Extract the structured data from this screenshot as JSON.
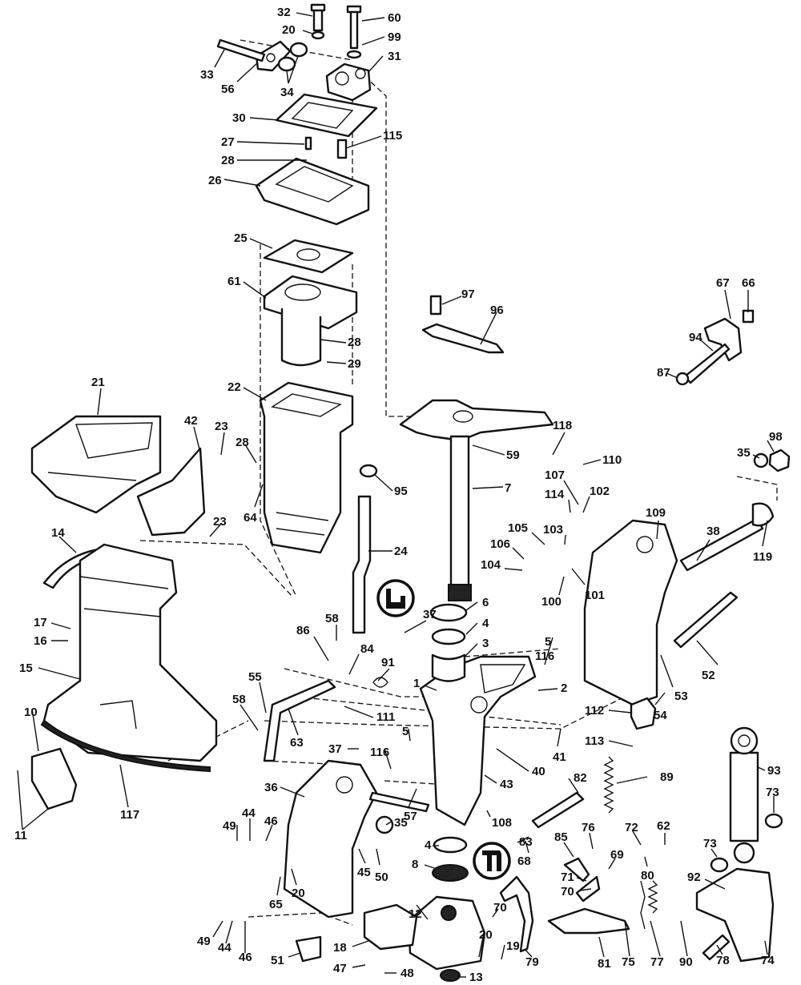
{
  "diagram": {
    "labels": [
      {
        "id": "32",
        "text": "32"
      },
      {
        "id": "20a",
        "text": "20"
      },
      {
        "id": "60",
        "text": "60"
      },
      {
        "id": "99",
        "text": "99"
      },
      {
        "id": "31",
        "text": "31"
      },
      {
        "id": "33",
        "text": "33"
      },
      {
        "id": "56",
        "text": "56"
      },
      {
        "id": "34",
        "text": "34"
      },
      {
        "id": "30",
        "text": "30"
      },
      {
        "id": "27",
        "text": "27"
      },
      {
        "id": "115",
        "text": "115"
      },
      {
        "id": "28a",
        "text": "28"
      },
      {
        "id": "26",
        "text": "26"
      },
      {
        "id": "25",
        "text": "25"
      },
      {
        "id": "61",
        "text": "61"
      },
      {
        "id": "28b",
        "text": "28"
      },
      {
        "id": "29",
        "text": "29"
      },
      {
        "id": "22",
        "text": "22"
      },
      {
        "id": "21",
        "text": "21"
      },
      {
        "id": "42",
        "text": "42"
      },
      {
        "id": "23a",
        "text": "23"
      },
      {
        "id": "28c",
        "text": "28"
      },
      {
        "id": "64",
        "text": "64"
      },
      {
        "id": "23b",
        "text": "23"
      },
      {
        "id": "14",
        "text": "14"
      },
      {
        "id": "95",
        "text": "95"
      },
      {
        "id": "24",
        "text": "24"
      },
      {
        "id": "97",
        "text": "97"
      },
      {
        "id": "96",
        "text": "96"
      },
      {
        "id": "67",
        "text": "67"
      },
      {
        "id": "66",
        "text": "66"
      },
      {
        "id": "94",
        "text": "94"
      },
      {
        "id": "87",
        "text": "87"
      },
      {
        "id": "118",
        "text": "118"
      },
      {
        "id": "59",
        "text": "59"
      },
      {
        "id": "110",
        "text": "110"
      },
      {
        "id": "7",
        "text": "7"
      },
      {
        "id": "107",
        "text": "107"
      },
      {
        "id": "114",
        "text": "114"
      },
      {
        "id": "102",
        "text": "102"
      },
      {
        "id": "103",
        "text": "103"
      },
      {
        "id": "105",
        "text": "105"
      },
      {
        "id": "106",
        "text": "106"
      },
      {
        "id": "104",
        "text": "104"
      },
      {
        "id": "100",
        "text": "100"
      },
      {
        "id": "101",
        "text": "101"
      },
      {
        "id": "98",
        "text": "98"
      },
      {
        "id": "35a",
        "text": "35"
      },
      {
        "id": "109",
        "text": "109"
      },
      {
        "id": "38",
        "text": "38"
      },
      {
        "id": "119",
        "text": "119"
      },
      {
        "id": "6",
        "text": "6"
      },
      {
        "id": "4a",
        "text": "4"
      },
      {
        "id": "37a",
        "text": "37"
      },
      {
        "id": "3",
        "text": "3"
      },
      {
        "id": "17",
        "text": "17"
      },
      {
        "id": "16",
        "text": "16"
      },
      {
        "id": "15",
        "text": "15"
      },
      {
        "id": "86",
        "text": "86"
      },
      {
        "id": "58a",
        "text": "58"
      },
      {
        "id": "84",
        "text": "84"
      },
      {
        "id": "91",
        "text": "91"
      },
      {
        "id": "5a",
        "text": "5"
      },
      {
        "id": "116a",
        "text": "116"
      },
      {
        "id": "1",
        "text": "1"
      },
      {
        "id": "2",
        "text": "2"
      },
      {
        "id": "55",
        "text": "55"
      },
      {
        "id": "111",
        "text": "111"
      },
      {
        "id": "58b",
        "text": "58"
      },
      {
        "id": "63",
        "text": "63"
      },
      {
        "id": "53",
        "text": "53"
      },
      {
        "id": "52",
        "text": "52"
      },
      {
        "id": "54",
        "text": "54"
      },
      {
        "id": "112",
        "text": "112"
      },
      {
        "id": "41",
        "text": "41"
      },
      {
        "id": "113",
        "text": "113"
      },
      {
        "id": "10",
        "text": "10"
      },
      {
        "id": "37b",
        "text": "37"
      },
      {
        "id": "5b",
        "text": "5"
      },
      {
        "id": "116b",
        "text": "116"
      },
      {
        "id": "40",
        "text": "40"
      },
      {
        "id": "43",
        "text": "43"
      },
      {
        "id": "89",
        "text": "89"
      },
      {
        "id": "93",
        "text": "93"
      },
      {
        "id": "36",
        "text": "36"
      },
      {
        "id": "82",
        "text": "82"
      },
      {
        "id": "73a",
        "text": "73"
      },
      {
        "id": "117",
        "text": "117"
      },
      {
        "id": "57",
        "text": "57"
      },
      {
        "id": "108",
        "text": "108"
      },
      {
        "id": "11",
        "text": "11"
      },
      {
        "id": "49a",
        "text": "49"
      },
      {
        "id": "44a",
        "text": "44"
      },
      {
        "id": "46a",
        "text": "46"
      },
      {
        "id": "35b",
        "text": "35"
      },
      {
        "id": "62",
        "text": "62"
      },
      {
        "id": "4b",
        "text": "4"
      },
      {
        "id": "83",
        "text": "83"
      },
      {
        "id": "76",
        "text": "76"
      },
      {
        "id": "72",
        "text": "72"
      },
      {
        "id": "85",
        "text": "85"
      },
      {
        "id": "68",
        "text": "68"
      },
      {
        "id": "69",
        "text": "69"
      },
      {
        "id": "73b",
        "text": "73"
      },
      {
        "id": "80",
        "text": "80"
      },
      {
        "id": "8",
        "text": "8"
      },
      {
        "id": "45",
        "text": "45"
      },
      {
        "id": "50",
        "text": "50"
      },
      {
        "id": "71",
        "text": "71"
      },
      {
        "id": "70a",
        "text": "70"
      },
      {
        "id": "92",
        "text": "92"
      },
      {
        "id": "65",
        "text": "65"
      },
      {
        "id": "20b",
        "text": "20"
      },
      {
        "id": "12",
        "text": "12"
      },
      {
        "id": "70b",
        "text": "70"
      },
      {
        "id": "49b",
        "text": "49"
      },
      {
        "id": "44b",
        "text": "44"
      },
      {
        "id": "46b",
        "text": "46"
      },
      {
        "id": "18",
        "text": "18"
      },
      {
        "id": "20c",
        "text": "20"
      },
      {
        "id": "19",
        "text": "19"
      },
      {
        "id": "79",
        "text": "79"
      },
      {
        "id": "81",
        "text": "81"
      },
      {
        "id": "75",
        "text": "75"
      },
      {
        "id": "77",
        "text": "77"
      },
      {
        "id": "90",
        "text": "90"
      },
      {
        "id": "78",
        "text": "78"
      },
      {
        "id": "74",
        "text": "74"
      },
      {
        "id": "51",
        "text": "51"
      },
      {
        "id": "47",
        "text": "47"
      },
      {
        "id": "48",
        "text": "48"
      },
      {
        "id": "13",
        "text": "13"
      }
    ],
    "badges": [
      {
        "id": "badge-upper",
        "symbol": "lubricant-symbol"
      },
      {
        "id": "badge-lower",
        "symbol": "sealant-symbol"
      }
    ]
  }
}
